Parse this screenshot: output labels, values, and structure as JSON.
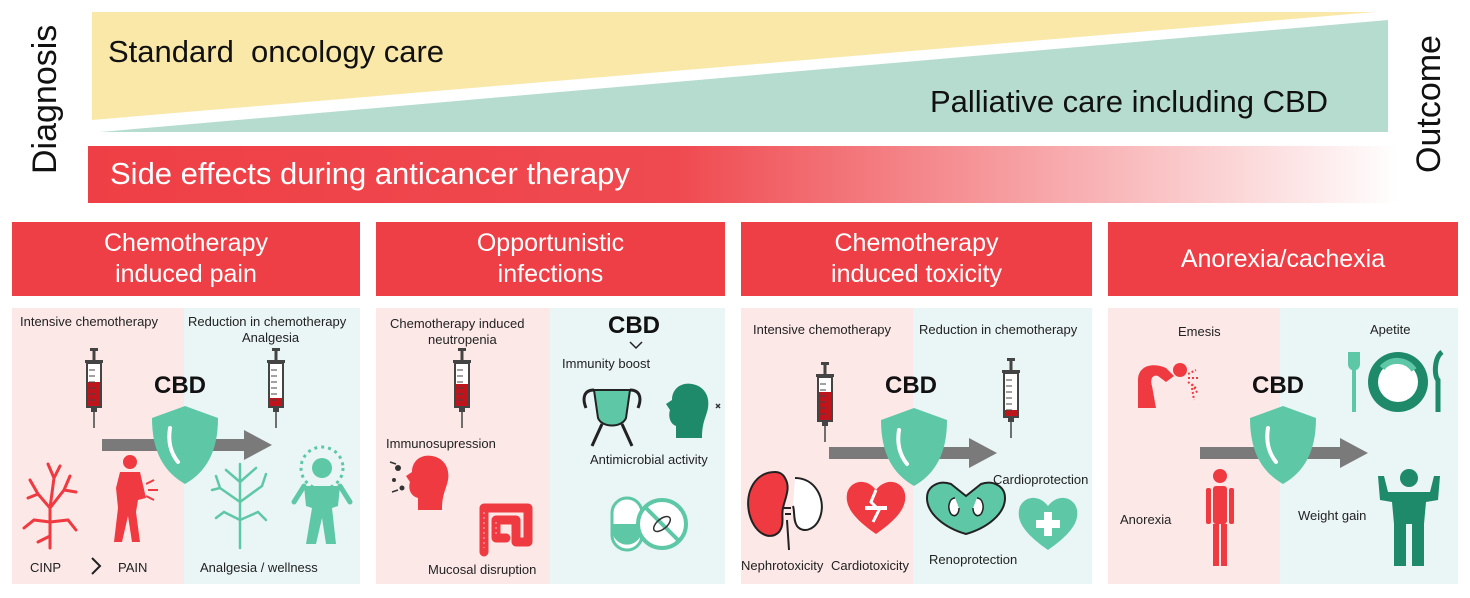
{
  "top": {
    "left_label": "Diagnosis",
    "right_label": "Outcome",
    "standard_care": "Standard  oncology care",
    "palliative_care": "Palliative care including CBD",
    "side_effects": "Side effects during anticancer therapy",
    "colors": {
      "standard": "#fae8a9",
      "palliative": "#b5dcce",
      "side_effects": "#ef3f46"
    }
  },
  "panels": [
    {
      "title_lines": [
        "Chemotherapy",
        "induced pain"
      ],
      "cbd": "CBD",
      "labels": [
        "Intensive chemotherapy",
        "Reduction in chemotherapy",
        "Analgesia",
        "CINP",
        "PAIN",
        "Analgesia / wellness"
      ]
    },
    {
      "title_lines": [
        "Opportunistic",
        "infections"
      ],
      "cbd": "CBD",
      "labels": [
        "Chemotherapy induced",
        "neutropenia",
        "Immunosupression",
        "Mucosal disruption",
        "Immunity boost",
        "Antimicrobial activity"
      ]
    },
    {
      "title_lines": [
        "Chemotherapy",
        "induced toxicity"
      ],
      "cbd": "CBD",
      "labels": [
        "Intensive chemotherapy",
        "Reduction in chemotherapy",
        "Nephrotoxicity",
        "Cardiotoxicity",
        "Renoprotection",
        "Cardioprotection"
      ]
    },
    {
      "title_lines": [
        "Anorexia/cachexia"
      ],
      "cbd": "CBD",
      "labels": [
        "Emesis",
        "Apetite",
        "Anorexia",
        "Weight gain"
      ]
    }
  ],
  "colors": {
    "header": "#ef3f46",
    "teal": "#5ec8a6",
    "dark_teal": "#1e8a6a",
    "red_icon": "#ee3a40",
    "arrow": "#7a7a7a"
  }
}
